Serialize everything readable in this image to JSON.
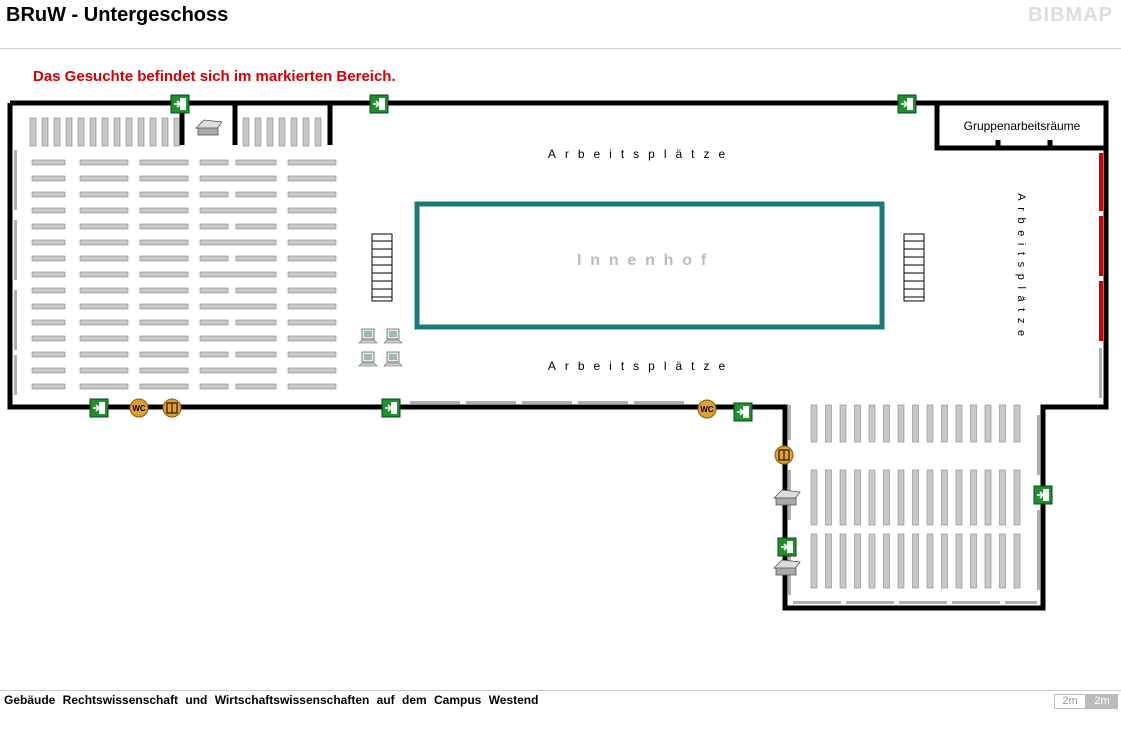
{
  "header": {
    "title": "BRuW - Untergeschoss",
    "logo": "BIBMAP"
  },
  "notice": "Das Gesuchte befindet sich im markierten Bereich.",
  "map": {
    "labels": {
      "group_rooms": "Gruppenarbeitsräume",
      "workplaces_top": "Arbeitsplätze",
      "workplaces_bottom": "Arbeitsplätze",
      "workplaces_right": "Arbeitsplätze",
      "courtyard": "Innenhof"
    },
    "icon_labels": {
      "wc": "WC"
    },
    "colors": {
      "wall": "#000000",
      "courtyard": "#1a7a7a",
      "marked_area": "#cc0000",
      "shelf": "#c8c8c8",
      "exit": "#1f8f2f"
    }
  },
  "footer": {
    "building": "Gebäude Rechtswissenschaft und Wirtschaftswissenschaften auf dem Campus Westend",
    "scale_a": "2m",
    "scale_b": "2m"
  }
}
